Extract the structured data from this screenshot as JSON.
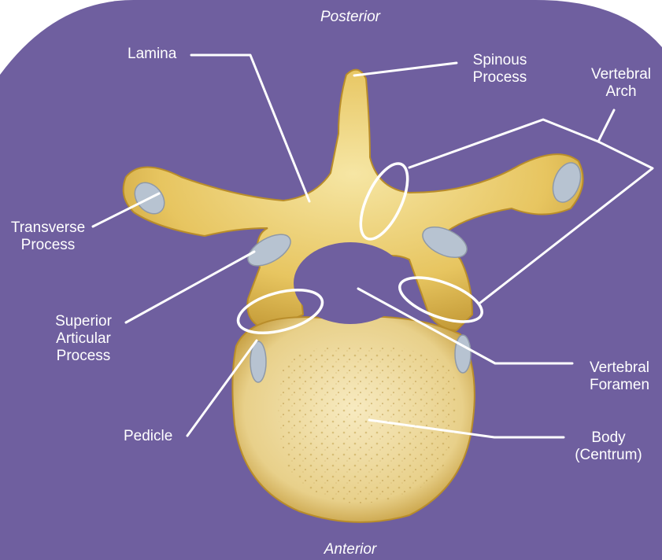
{
  "colors": {
    "background": "#6f5f9f",
    "bone": "#e7c560",
    "bone_shadow": "#b98d2a",
    "cartilage": "#b7c3d1",
    "line": "#ffffff"
  },
  "orientation": {
    "top": "Posterior",
    "bottom": "Anterior"
  },
  "labels": {
    "lamina": "Lamina",
    "spinous_process": "Spinous\nProcess",
    "vertebral_arch": "Vertebral\nArch",
    "transverse_process": "Transverse\nProcess",
    "superior_articular_process": "Superior\nArticular\nProcess",
    "vertebral_foramen": "Vertebral\nForamen",
    "pedicle": "Pedicle",
    "body": "Body\n(Centrum)"
  }
}
